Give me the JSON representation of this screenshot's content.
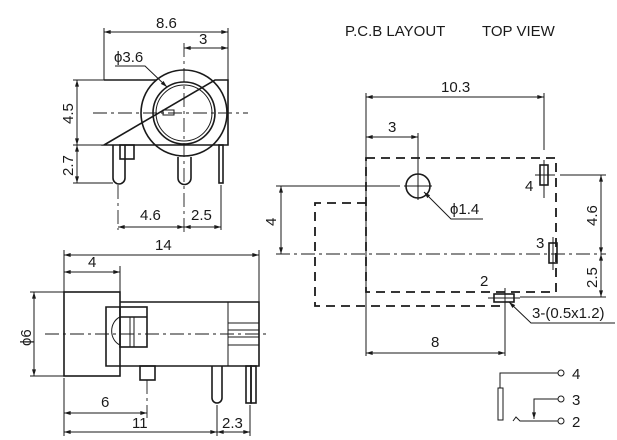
{
  "title": {
    "pcb_layout": "P.C.B LAYOUT",
    "top_view": "TOP VIEW"
  },
  "front_view": {
    "dim_width": "8.6",
    "dim_center_offset": "3",
    "dim_diameter": "ϕ3.6",
    "dim_body_height": "4.5",
    "dim_pin_length": "2.7",
    "dim_pin_spacing_left": "4.6",
    "dim_pin_spacing_right": "2.5"
  },
  "side_view": {
    "dim_length": "14",
    "dim_front": "4",
    "dim_diameter": "ϕ6",
    "dim_pin1": "6",
    "dim_pin2": "11",
    "dim_pin3": "2.3"
  },
  "pcb": {
    "dim_width": "10.3",
    "dim_hole_offset": "3",
    "dim_hole_diameter": "ϕ1.4",
    "dim_hole_height": "4",
    "dim_pin4_to_center": "4.6",
    "dim_center_to_pin2": "2.5",
    "dim_pin2_offset": "8",
    "dim_slot": "3-(0.5x1.2)",
    "pin_labels": [
      "4",
      "3",
      "2"
    ]
  },
  "schematic": {
    "pins": [
      "4",
      "3",
      "2"
    ]
  }
}
